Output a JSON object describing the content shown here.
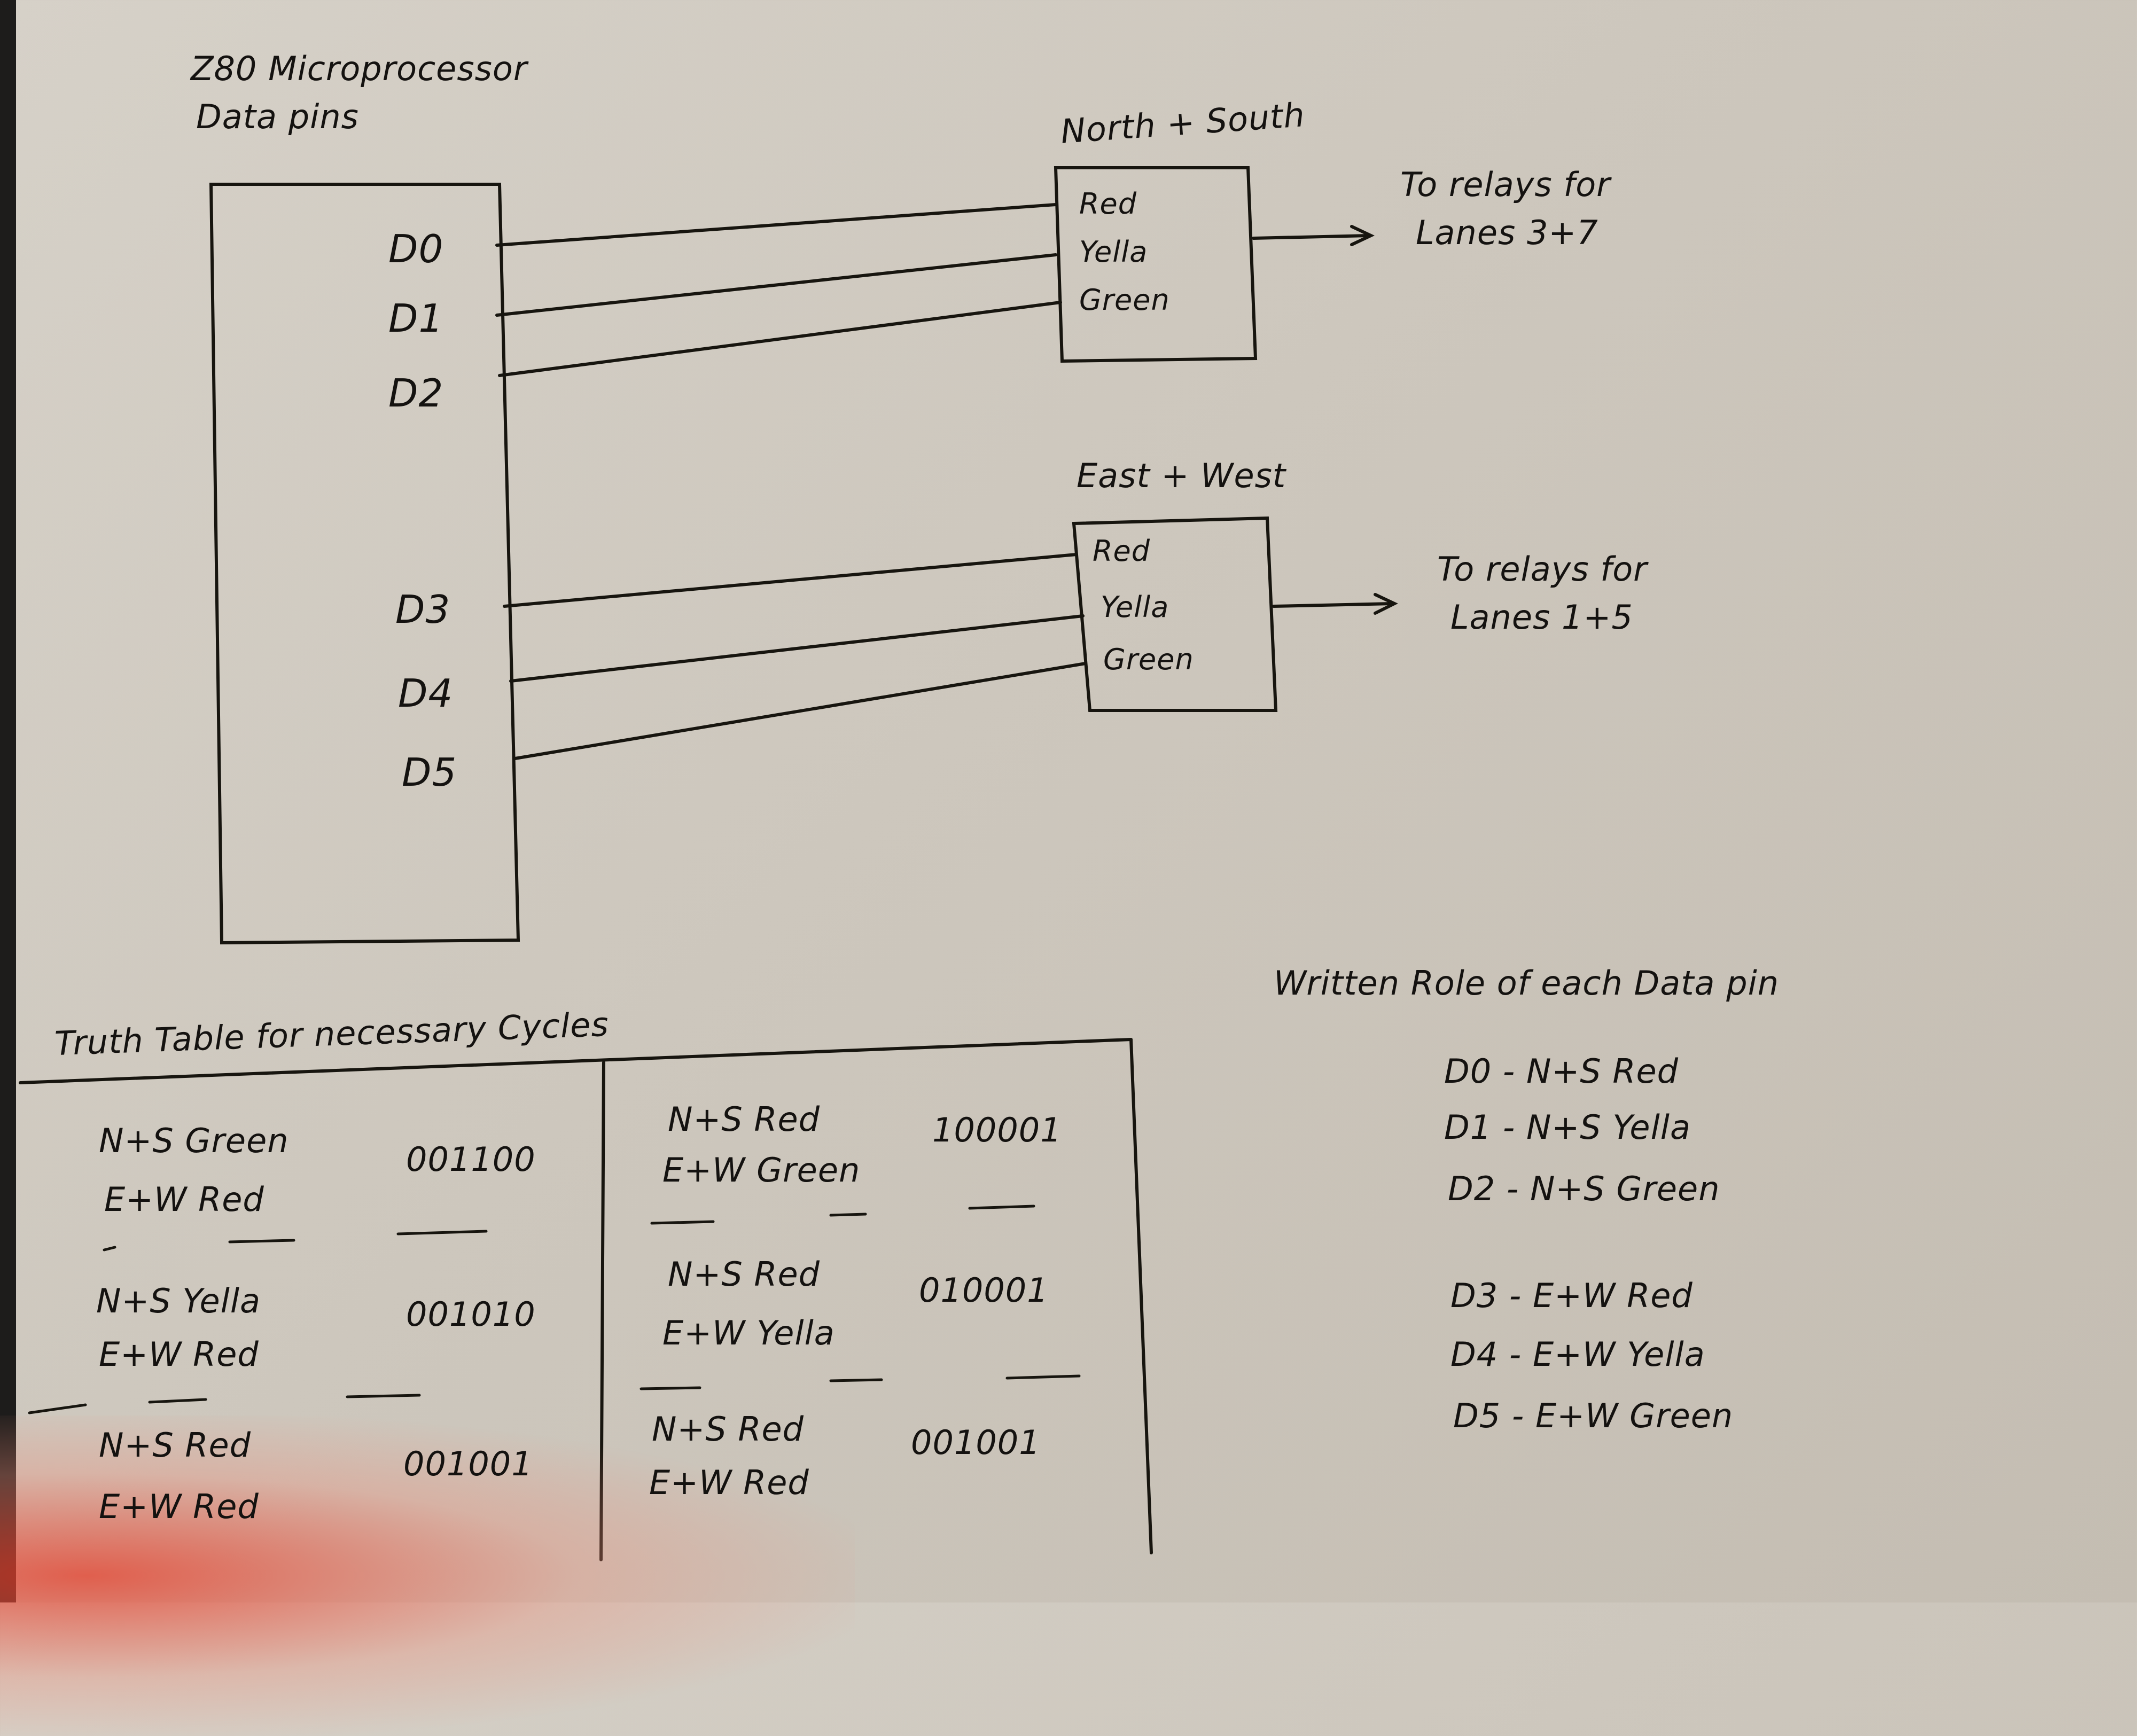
{
  "title": {
    "line1": "Z80 Microprocessor",
    "line2": "Data pins"
  },
  "pins": [
    "D0",
    "D1",
    "D2",
    "D3",
    "D4",
    "D5"
  ],
  "north_south": {
    "title": "North + South",
    "signals": [
      "Red",
      "Yella",
      "Green"
    ],
    "output_line1": "To relays for",
    "output_line2": "Lanes 3+7"
  },
  "east_west": {
    "title": "East + West",
    "signals": [
      "Red",
      "Yella",
      "Green"
    ],
    "output_line1": "To relays for",
    "output_line2": "Lanes 1+5"
  },
  "truth_table": {
    "title": "Truth Table for necessary Cycles",
    "left": [
      {
        "ns": "N+S Green",
        "ew": "E+W Red",
        "bits": "001100"
      },
      {
        "ns": "N+S Yella",
        "ew": "E+W Red",
        "bits": "001010"
      },
      {
        "ns": "N+S Red",
        "ew": "E+W Red",
        "bits": "001001"
      }
    ],
    "right": [
      {
        "ns": "N+S Red",
        "ew": "E+W Green",
        "bits": "100001"
      },
      {
        "ns": "N+S Red",
        "ew": "E+W Yella",
        "bits": "010001"
      },
      {
        "ns": "N+S Red",
        "ew": "E+W Red",
        "bits": "001001"
      }
    ]
  },
  "roles": {
    "title": "Written Role of each Data pin",
    "items": [
      "D0 - N+S Red",
      "D1 - N+S Yella",
      "D2 - N+S Green",
      "D3 - E+W Red",
      "D4 - E+W Yella",
      "D5 - E+W Green"
    ]
  }
}
